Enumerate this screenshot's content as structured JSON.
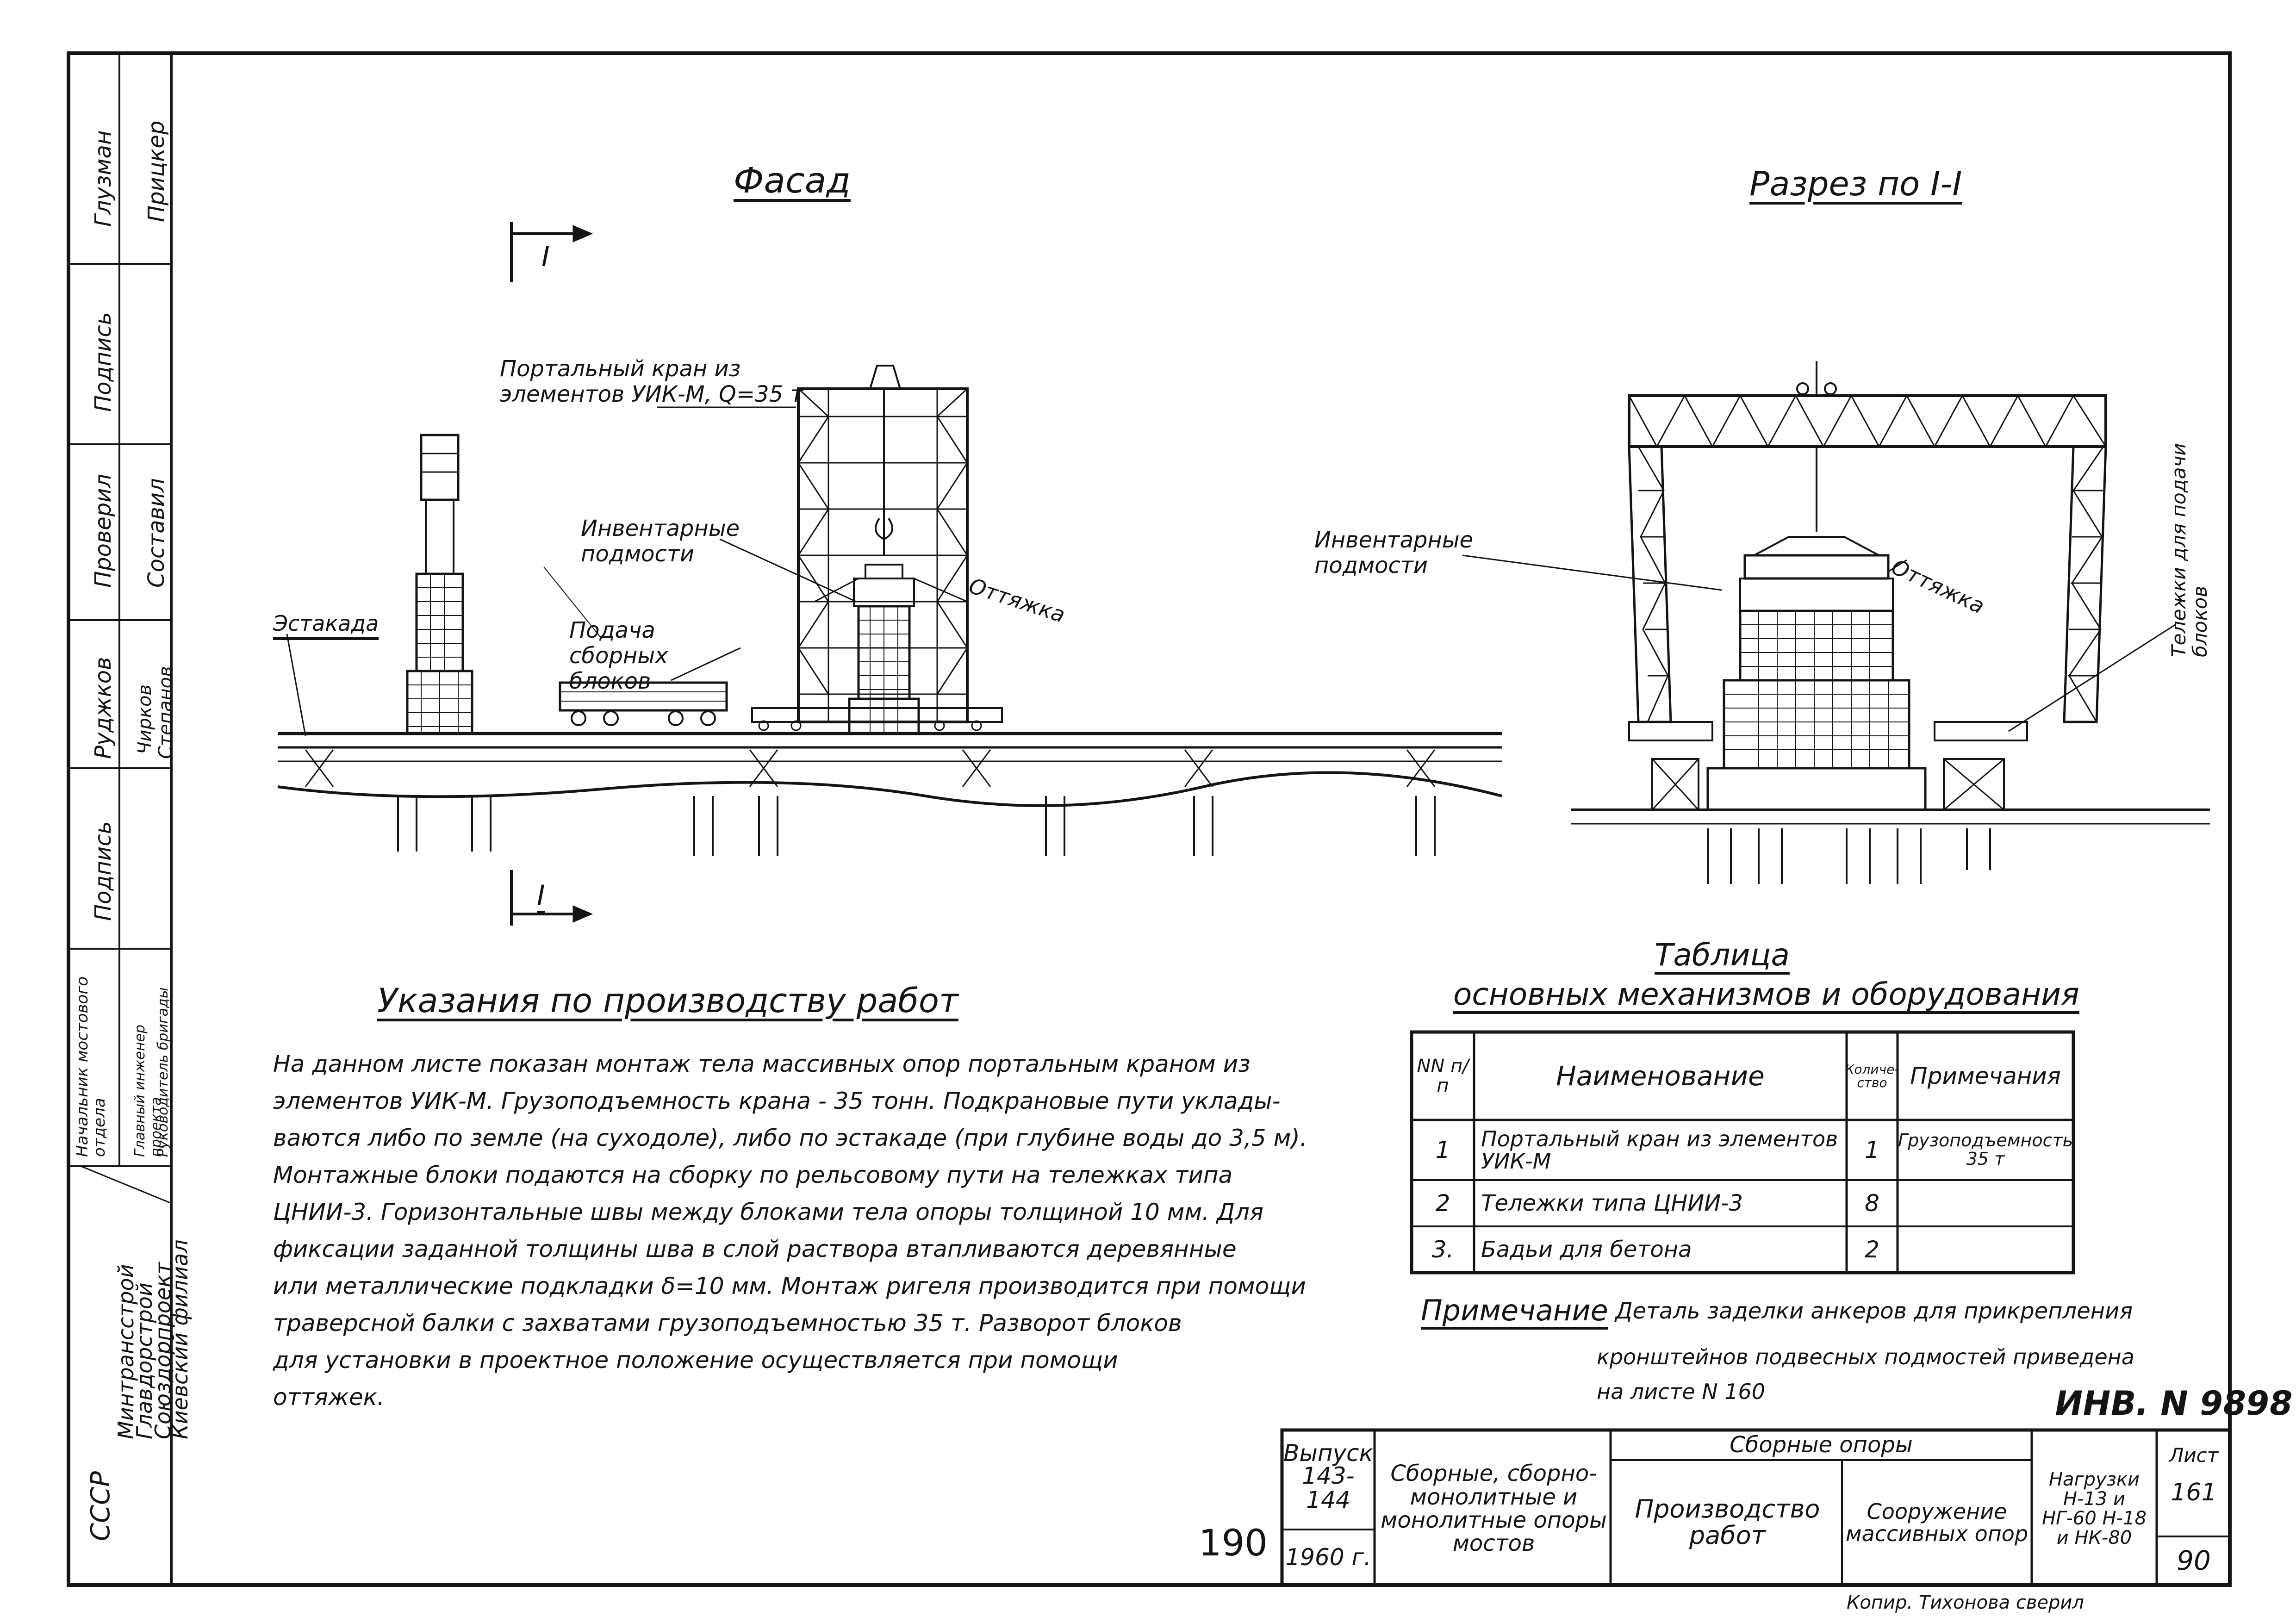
{
  "colors": {
    "ink": "#141414",
    "paper": "#ffffff"
  },
  "side_stamp": {
    "row1": [
      "Глузман",
      "Подпись",
      "Проверил",
      "Руджков",
      "Подпись",
      "Начальник мостового отдела"
    ],
    "row2": [
      "Прицкер",
      "",
      "Составил",
      "Чирков",
      "",
      "Главный инженер проекта"
    ],
    "row3": [
      "",
      "",
      "",
      "Степанов",
      "",
      "Руководитель бригады"
    ],
    "org": [
      "СССР",
      "Минтрансстрой",
      "Главдорстрой",
      "Союздорпроект",
      "Киевский филиал"
    ]
  },
  "facade": {
    "title": "Фасад",
    "section_mark": "I",
    "label_crane": "Портальный кран из элементов УИК-М, Q=35 т",
    "label_estakada": "Эстакада",
    "label_podmosti": "Инвентарные подмости",
    "label_podacha": "Подача сборных блоков",
    "label_ottyazhka": "Оттяжка"
  },
  "section": {
    "title": "Разрез по I-I",
    "label_podmosti": "Инвентарные подмости",
    "label_ottyazhka": "Оттяжка",
    "label_telezhki": "Тележки для подачи блоков"
  },
  "instructions": {
    "title": "Указания по производству работ",
    "lines": [
      "На данном листе показан монтаж тела массивных опор портальным краном из",
      "элементов УИК-М. Грузоподъемность крана - 35 тонн. Подкрановые пути уклады-",
      "ваются либо по земле (на суходоле), либо по эстакаде (при глубине воды до 3,5 м).",
      "Монтажные блоки подаются на сборку по рельсовому пути на тележках типа",
      "ЦНИИ-3. Горизонтальные швы между блоками тела опоры толщиной 10 мм. Для",
      "фиксации заданной толщины шва в слой раствора втапливаются деревянные",
      "или металлические подкладки δ=10 мм. Монтаж ригеля производится при помощи",
      "траверсной балки с захватами грузоподъемностью 35 т. Разворот блоков",
      "для установки в проектное положение осуществляется при помощи",
      "оттяжек."
    ]
  },
  "equipment_table": {
    "title": "Таблица",
    "subtitle": "основных механизмов и оборудования",
    "headers": [
      "NN п/п",
      "Наименование",
      "Количе-ство",
      "Примечания"
    ],
    "rows": [
      [
        "1",
        "Портальный кран из элементов УИК-М",
        "1",
        "Грузоподъемность 35 т"
      ],
      [
        "2",
        "Тележки типа ЦНИИ-3",
        "8",
        ""
      ],
      [
        "3.",
        "Бадьи для бетона",
        "2",
        ""
      ]
    ]
  },
  "note": {
    "label": "Примечание",
    "text_1": "Деталь заделки анкеров для прикрепления",
    "text_2": "кронштейнов подвесных подмостей приведена",
    "text_3": "на листе N 160"
  },
  "inventory_number": "ИНВ. N 9898",
  "page_number": "190",
  "title_block": {
    "vypusk_label": "Выпуск",
    "vypusk_value": "143-144",
    "year": "1960 г.",
    "series": "Сборные, сборно-монолитные и монолитные опоры мостов",
    "group": "Сборные опоры",
    "work": "Производство работ",
    "structure": "Сооружение массивных опор",
    "load": "Нагрузки Н-13 и НГ-60 Н-18 и НК-80",
    "sheet_label": "Лист",
    "sheet_value": "161",
    "page": "90"
  },
  "footer_stamp": "Копир. Тихонова  сверил"
}
